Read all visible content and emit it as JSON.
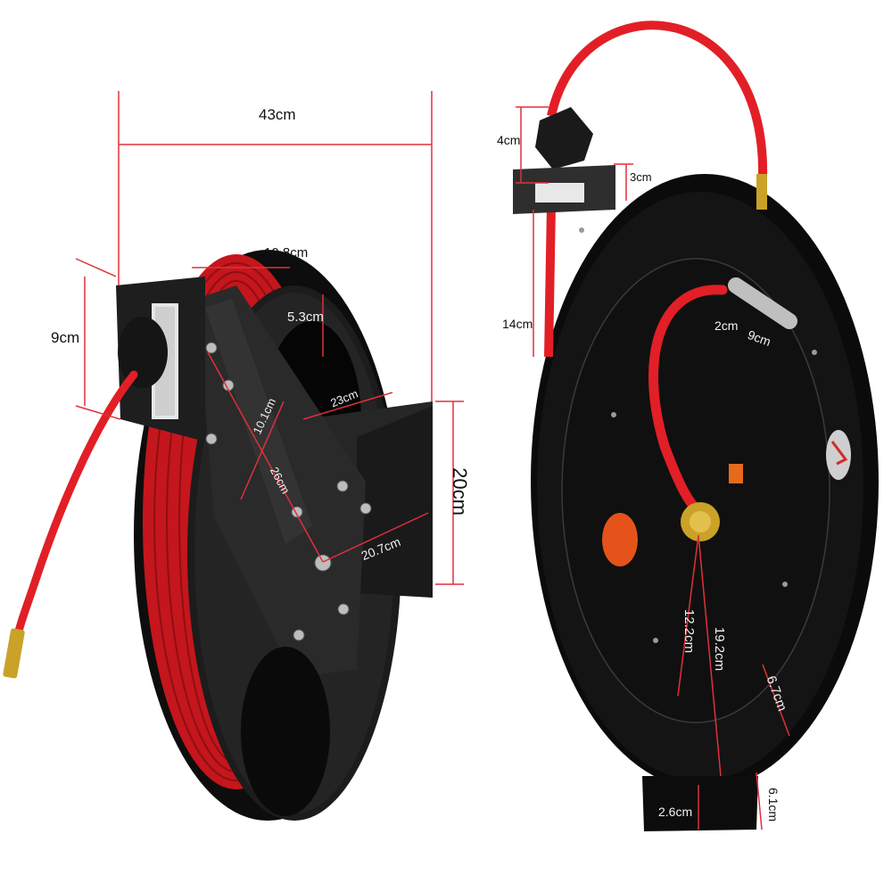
{
  "colors": {
    "dimension_line": "#e0303a",
    "hose": "#e21f26",
    "reel_body": "#111111",
    "bracket": "#2a2a2a",
    "brass": "#c9a227",
    "background": "#ffffff"
  },
  "left_view": {
    "description": "Side/front 3/4 view of retractable air hose reel with wall mount bracket and guide arm",
    "dimensions": {
      "overall_width": "43cm",
      "depth_top": "10.8cm",
      "bracket_height": "9cm",
      "hub_gap": "5.3cm",
      "drum_diameter": "23cm",
      "arm_width": "10.1cm",
      "arm_length": "26cm",
      "axle_to_tray": "20.7cm",
      "tray_height": "20cm"
    }
  },
  "right_view": {
    "description": "Front view of reel drum with hose inlet, brass swivel fitting and mounting foot",
    "dimensions": {
      "stopper_height": "4cm",
      "guide_offset": "3cm",
      "guide_to_drum": "14cm",
      "hose_dia": "2cm",
      "spring_guard_length": "9cm",
      "hub_radius": "12.2cm",
      "drum_radius": "19.2cm",
      "flange_depth": "6.7cm",
      "foot_width": "2.6cm",
      "foot_height": "6.1cm"
    }
  }
}
